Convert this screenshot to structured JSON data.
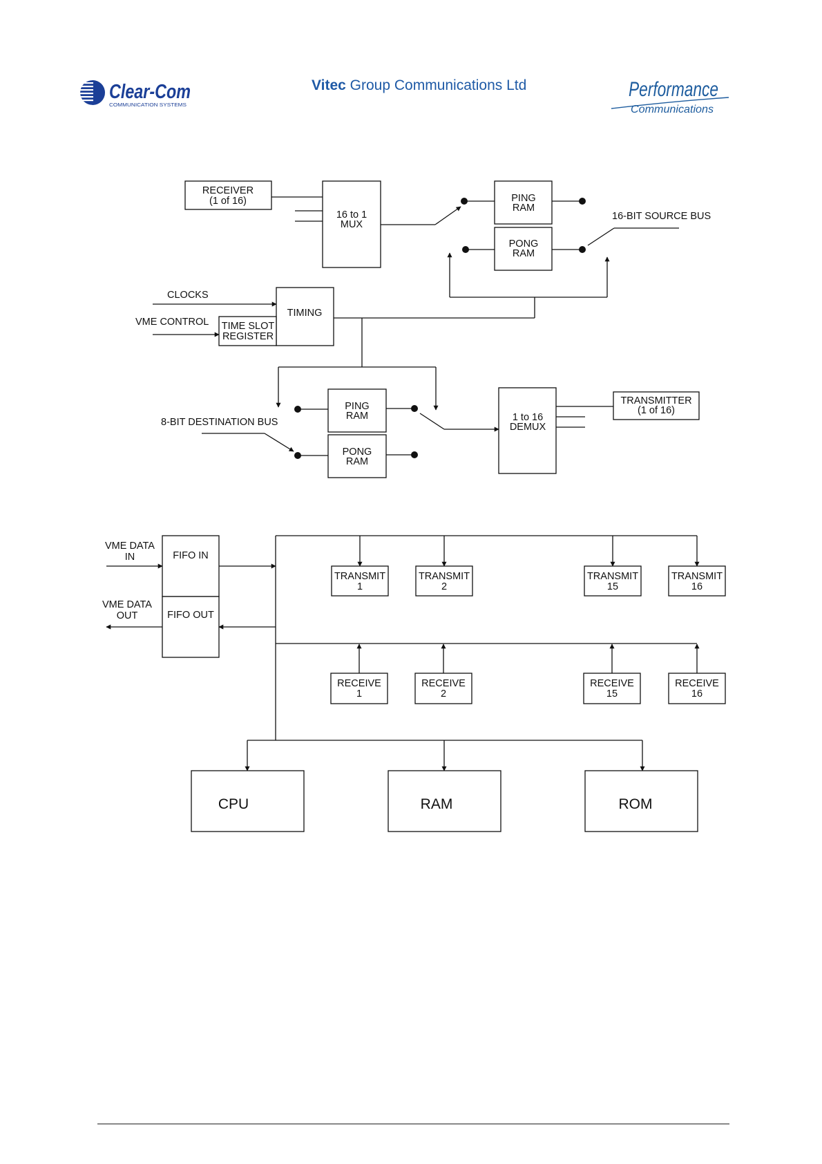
{
  "header": {
    "logo_left": {
      "name": "Clear-Com",
      "tagline": "COMMUNICATION SYSTEMS",
      "icon": "clearcom-globe-icon"
    },
    "center_brand": {
      "strong": "Vitec",
      "rest": " Group Communications Ltd"
    },
    "logo_right": {
      "line1": "Performance",
      "line2": "Communications"
    }
  },
  "colors": {
    "clearcom_blue": "#1b3f97",
    "vitec_blue": "#1f5aa6",
    "performance_blue": "#1d5c9e",
    "line": "#111111"
  },
  "diagram1": {
    "receiver": [
      "RECEIVER",
      "(1 of 16)"
    ],
    "mux": [
      "16 to 1",
      "MUX"
    ],
    "ping_ram_top": [
      "PING",
      "RAM"
    ],
    "pong_ram_top": [
      "PONG",
      "RAM"
    ],
    "source_bus": "16-BIT SOURCE BUS",
    "clocks": "CLOCKS",
    "vme_control": "VME CONTROL",
    "timing": "TIMING",
    "time_slot_register": [
      "TIME SLOT",
      "REGISTER"
    ],
    "destination_bus": "8-BIT DESTINATION BUS",
    "ping_ram_bottom": [
      "PING",
      "RAM"
    ],
    "pong_ram_bottom": [
      "PONG",
      "RAM"
    ],
    "demux": [
      "1 to 16",
      "DEMUX"
    ],
    "transmitter": [
      "TRANSMITTER",
      "(1 of 16)"
    ]
  },
  "diagram2": {
    "vme_data_in": [
      "VME DATA",
      "IN"
    ],
    "vme_data_out": [
      "VME DATA",
      "OUT"
    ],
    "fifo_in": "FIFO IN",
    "fifo_out": "FIFO OUT",
    "transmits": [
      {
        "label": "TRANSMIT",
        "num": "1"
      },
      {
        "label": "TRANSMIT",
        "num": "2"
      },
      {
        "label": "TRANSMIT",
        "num": "15"
      },
      {
        "label": "TRANSMIT",
        "num": "16"
      }
    ],
    "receives": [
      {
        "label": "RECEIVE",
        "num": "1"
      },
      {
        "label": "RECEIVE",
        "num": "2"
      },
      {
        "label": "RECEIVE",
        "num": "15"
      },
      {
        "label": "RECEIVE",
        "num": "16"
      }
    ],
    "cpu": "CPU",
    "ram": "RAM",
    "rom": "ROM"
  }
}
